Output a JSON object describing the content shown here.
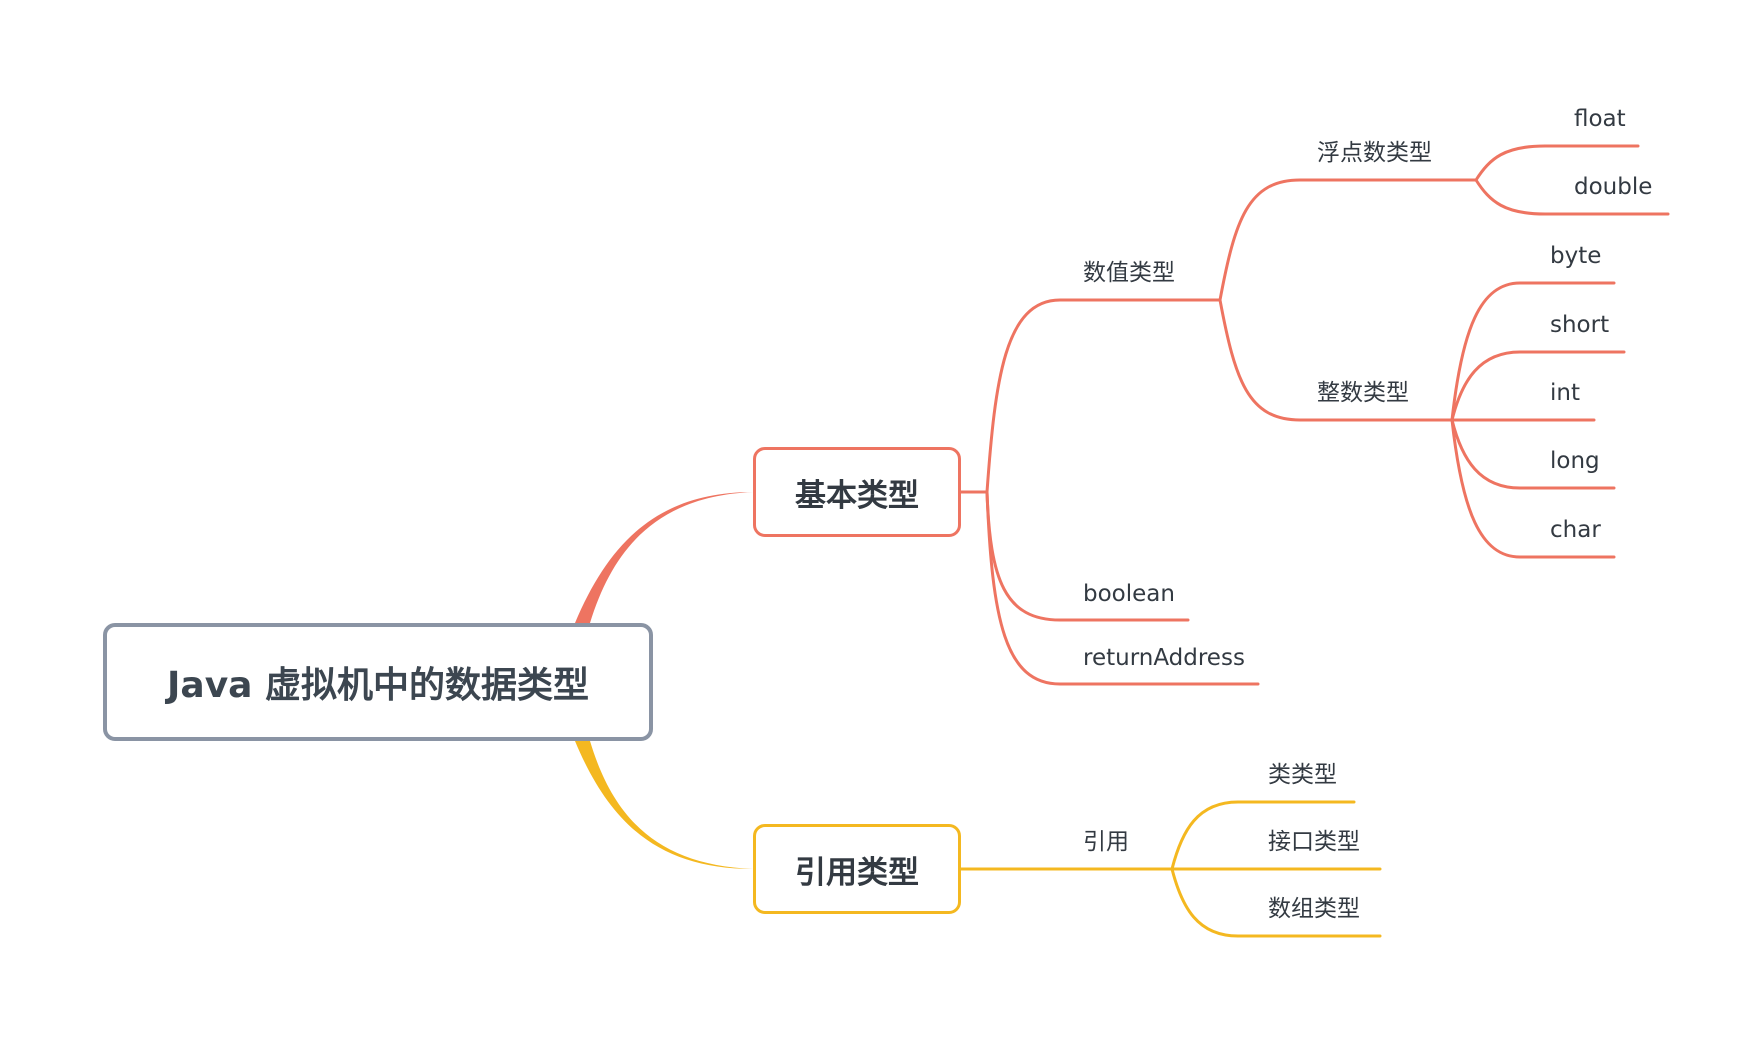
{
  "root": {
    "label": "Java 虚拟机中的数据类型"
  },
  "branches": {
    "basic": {
      "label": "基本类型",
      "numeric": {
        "label": "数值类型",
        "float_types": {
          "label": "浮点数类型",
          "items": [
            "float",
            "double"
          ]
        },
        "integer_types": {
          "label": "整数类型",
          "items": [
            "byte",
            "short",
            "int",
            "long",
            "char"
          ]
        }
      },
      "boolean": {
        "label": "boolean"
      },
      "return_address": {
        "label": "returnAddress"
      }
    },
    "reference": {
      "label": "引用类型",
      "ref": {
        "label": "引用",
        "items": [
          "类类型",
          "接口类型",
          "数组类型"
        ]
      }
    }
  },
  "colors": {
    "basic_branch": "#ee7461",
    "reference_branch": "#f4b820",
    "root_border": "#8a94a4",
    "text": "#333a42"
  }
}
